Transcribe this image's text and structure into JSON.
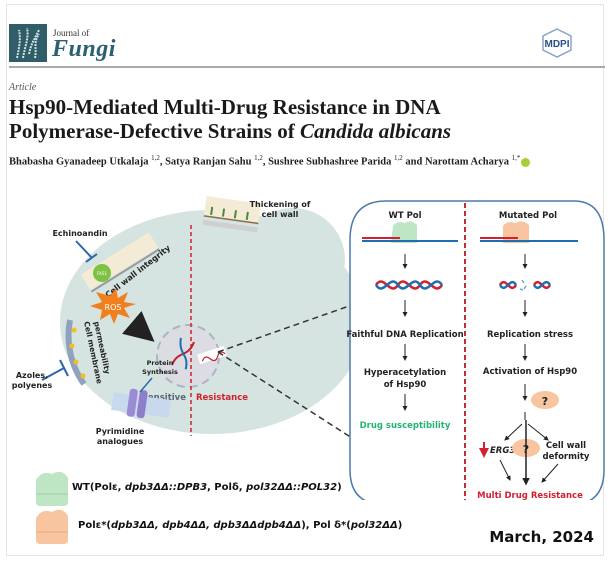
{
  "journal": {
    "prefix": "Journal of",
    "name": "Fungi",
    "publisher": "MDPI"
  },
  "article": {
    "type": "Article",
    "title_line1": "Hsp90-Mediated Multi-Drug Resistance in DNA",
    "title_line2_plain": "Polymerase-Defective Strains of ",
    "title_line2_italic": "Candida albicans",
    "authors": [
      {
        "name": "Bhabasha Gyanadeep Utkalaja",
        "aff": "1,2"
      },
      {
        "name": "Satya Ranjan Sahu",
        "aff": "1,2"
      },
      {
        "name": "Sushree Subhashree Parida",
        "aff": "1,2"
      },
      {
        "name": "Narottam Acharya",
        "aff": "1,*"
      }
    ],
    "author_separators": [
      ", ",
      ", ",
      " and "
    ]
  },
  "diagram": {
    "cell": {
      "echinoandin": "Echinoandin",
      "fks1": "FKS1",
      "cell_wall_integrity": "Cell wall integrity",
      "thickening_line1": "Thickening of",
      "thickening_line2": "cell wall",
      "ros": "ROS",
      "membrane_line1": "Cell membrane",
      "membrane_line2": "permeability",
      "azoles_line1": "Azoles,",
      "azoles_line2": "polyenes",
      "protein_line1": "Protein",
      "protein_line2": "Synthesis",
      "pyrimidine_line1": "Pyrimidine",
      "pyrimidine_line2": "analogues",
      "sensitive": "Sensitive",
      "resistance": "Resistance"
    },
    "wt_panel": {
      "heading": "WT Pol",
      "step1": "Faithful DNA Replication",
      "step2_line1": "Hyperacetylation",
      "step2_line2": "of Hsp90",
      "outcome": "Drug susceptibility"
    },
    "mut_panel": {
      "heading": "Mutated Pol",
      "step1": "Replication stress",
      "step2": "Activation of Hsp90",
      "unknown1": "?",
      "unknown2": "?",
      "erg3": "ERG3",
      "cell_wall_line1": "Cell wall",
      "cell_wall_line2": "deformity",
      "outcome": "Multi Drug Resistance"
    },
    "colors": {
      "cell_fill": "#d5e4e1",
      "wt_green": "#bfe6c4",
      "mut_orange": "#f7c6a0",
      "resist_red": "#d1202f",
      "suscept_green": "#22b573",
      "panel_border": "#4d7aa8",
      "dash_red": "#c0303a"
    }
  },
  "legend": {
    "wt": {
      "prefix": "WT(Polε, ",
      "g1": "dpb3ΔΔ::DPB3",
      "mid": ", Polδ, ",
      "g2": "pol32ΔΔ::POL32",
      "suffix": ")"
    },
    "mut": {
      "prefix": "Polε*(",
      "g1": "dpb3ΔΔ, dpb4ΔΔ, dpb3ΔΔdpb4ΔΔ",
      "mid": "), Pol δ*(",
      "g2": "pol32ΔΔ",
      "suffix": ")"
    }
  },
  "date": "March, 2024"
}
